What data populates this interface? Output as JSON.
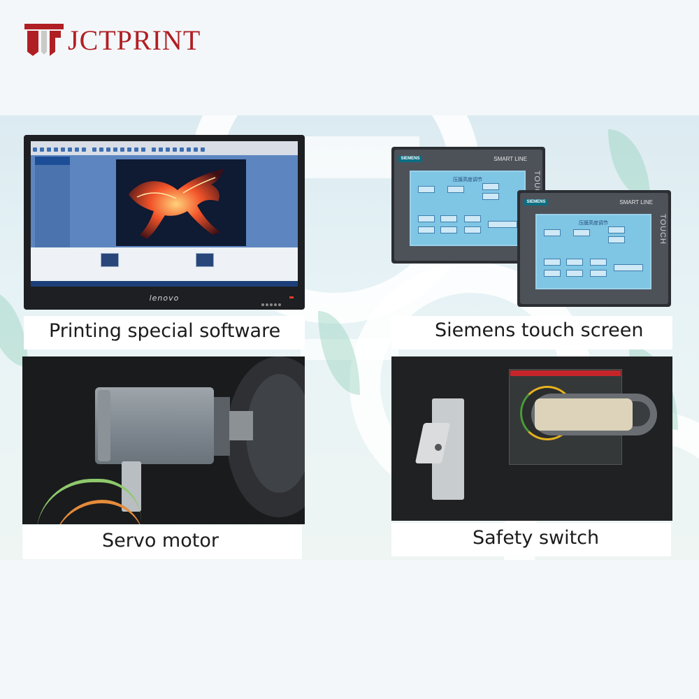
{
  "header": {
    "brand": "JCTPRINT",
    "brand_color": "#b01f24"
  },
  "panels": {
    "software": {
      "caption": "Printing special software",
      "monitor_brand": "lenovo"
    },
    "touch": {
      "caption": "Siemens touch screen",
      "hmi_brand": "SIEMENS",
      "hmi_line": "SMART LINE",
      "hmi_touch": "TOUCH",
      "hmi_title": "压膜高度调节"
    },
    "servo": {
      "caption": "Servo motor"
    },
    "safety": {
      "caption": "Safety switch"
    }
  }
}
